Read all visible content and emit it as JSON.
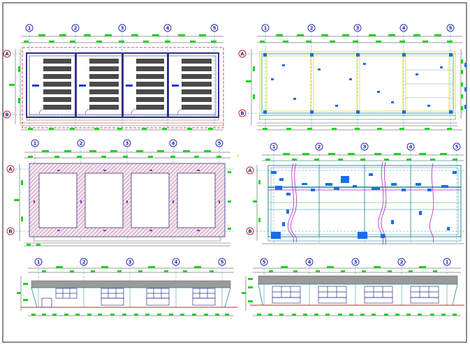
{
  "sheet": {
    "colors": {
      "background": "#ffffff",
      "border": "#1c1c1c",
      "wall": "#33338a",
      "wall_red": "#d0202a",
      "dim_green": "#1fd21f",
      "dim_line": "#3a3a3a",
      "axis_cyan": "#28a8c8",
      "axis_bubble": "#2a2ab0",
      "blue_block": "#1a6ee6",
      "magenta": "#b020c8",
      "yellow": "#e6d000",
      "hatch": "#b03070",
      "teal": "#1f8a9a",
      "grey_band": "#9a9a9a"
    },
    "views": {
      "plan_furniture": {
        "axis_labels": [
          "1",
          "2",
          "3",
          "4",
          "5"
        ],
        "row_labels": [
          "A",
          "B"
        ]
      },
      "plan_structure": {
        "axis_labels": [
          "1",
          "2",
          "3",
          "4",
          "5"
        ],
        "row_labels": [
          "A",
          "B"
        ]
      },
      "plan_foundation": {
        "axis_labels": [
          "1",
          "2",
          "3",
          "4",
          "5"
        ],
        "row_labels": [
          "A",
          "B"
        ]
      },
      "plan_roof": {
        "axis_labels": [
          "1",
          "2",
          "3",
          "4",
          "5"
        ],
        "row_labels": [
          "A",
          "B"
        ]
      },
      "elevation_front": {
        "axis_labels": [
          "1",
          "2",
          "3",
          "4",
          "5"
        ]
      },
      "elevation_rear": {
        "axis_labels": [
          "5",
          "4",
          "3",
          "2",
          "1"
        ]
      }
    }
  }
}
